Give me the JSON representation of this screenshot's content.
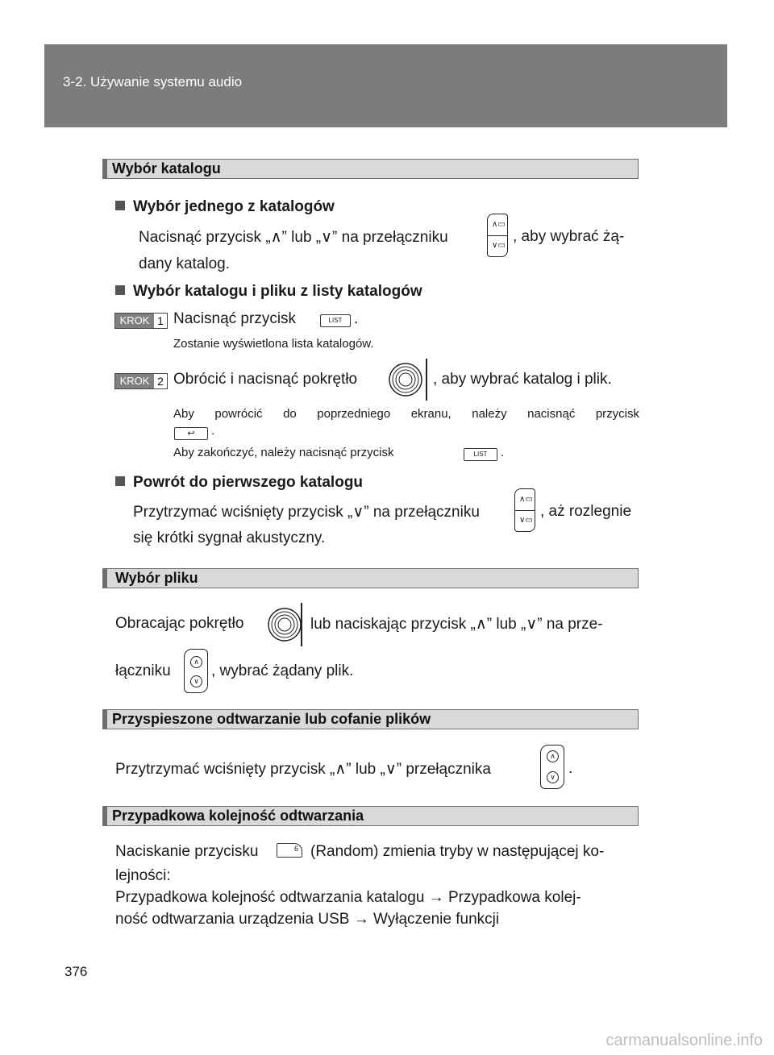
{
  "header": {
    "section": "3-2. Używanie systemu audio"
  },
  "s1": {
    "title": "Wybór katalogu",
    "b1_title": "Wybór jednego z katalogów",
    "b1_line1a": "Nacisnąć przycisk „∧” lub „∨” na przełączniku",
    "b1_line1b": ", aby wybrać żą-",
    "b1_line2": "dany katalog.",
    "b2_title": "Wybór katalogu i pliku z listy katalogów",
    "krok_label": "KROK",
    "krok1_num": "1",
    "krok1_text": "Nacisnąć przycisk",
    "krok1_dot": ".",
    "krok1_note": "Zostanie wyświetlona lista katalogów.",
    "krok2_num": "2",
    "krok2_text_a": "Obrócić i nacisnąć pokrętło",
    "krok2_text_b": ", aby wybrać katalog i plik.",
    "krok2_note1": "Aby powrócić do poprzedniego ekranu, należy nacisnąć przycisk",
    "krok2_note1_end": ".",
    "krok2_note2": "Aby zakończyć, należy nacisnąć przycisk",
    "krok2_note2_end": ".",
    "list_btn": "LIST",
    "b3_title": "Powrót do pierwszego katalogu",
    "b3_line1a": "Przytrzymać wciśnięty przycisk „∨” na przełączniku",
    "b3_line1b": ", aż rozlegnie",
    "b3_line2": "się krótki sygnał akustyczny."
  },
  "s2": {
    "title": "Wybór pliku",
    "line1a": "Obracając pokrętło",
    "line1b": "lub naciskając przycisk „∧” lub „∨” na prze-",
    "line2a": "łączniku",
    "line2b": ", wybrać żądany plik."
  },
  "s3": {
    "title": "Przyspieszone odtwarzanie lub cofanie plików",
    "line1": "Przytrzymać wciśnięty przycisk „∧” lub „∨” przełącznika",
    "line1_end": "."
  },
  "s4": {
    "title": "Przypadkowa kolejność odtwarzania",
    "line1a": "Naciskanie przycisku",
    "line1b": "(Random) zmienia tryby w następującej ko-",
    "line2": "lejności:",
    "line3": "Przypadkowa kolejność odtwarzania katalogu → Przypadkowa kolej-",
    "line4": "ność odtwarzania urządzenia USB → Wyłączenie funkcji",
    "random_btn": "6"
  },
  "page_number": "376",
  "watermark": "carmanualsonline.info"
}
